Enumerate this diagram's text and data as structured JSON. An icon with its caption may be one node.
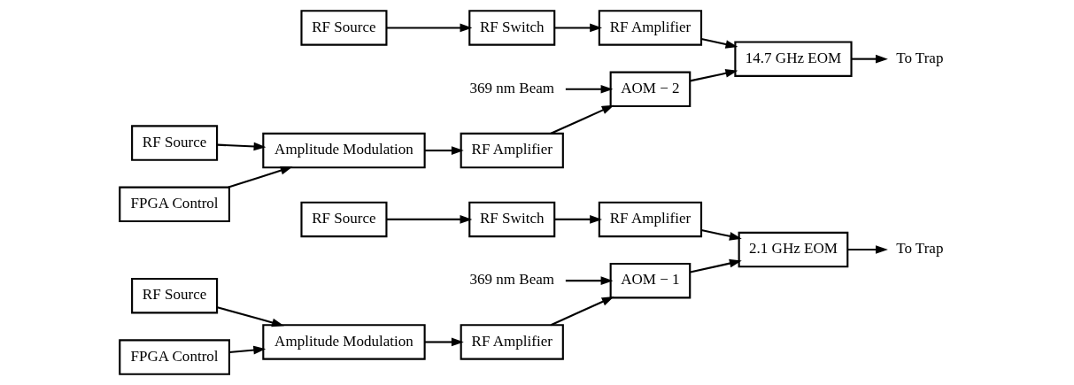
{
  "diagram": {
    "nodes": [
      {
        "text": [
          "RF Source"
        ]
      },
      {
        "text": [
          "RF Switch"
        ]
      },
      {
        "text": [
          "RF Amplifier"
        ]
      },
      {
        "text": [
          "369 nm Beam"
        ]
      },
      {
        "text": [
          "AOM − 1"
        ]
      },
      {
        "text": [
          "2.1 GHz EOM"
        ]
      },
      {
        "text": [
          "To Trap"
        ]
      },
      {
        "text": [
          "RF Amplifier"
        ]
      },
      {
        "text": [
          "Amplitude Modulation"
        ]
      },
      {
        "text": [
          "RF Source"
        ]
      },
      {
        "text": [
          "FPGA Control"
        ]
      },
      {
        "text": [
          "RF Source"
        ]
      },
      {
        "text": [
          "RF Switch"
        ]
      },
      {
        "text": [
          "RF Amplifier"
        ]
      },
      {
        "text": [
          "369 nm Beam"
        ]
      },
      {
        "text": [
          "AOM − 2"
        ]
      },
      {
        "text": [
          "14.7 GHz EOM"
        ]
      },
      {
        "text": [
          "To Trap"
        ]
      },
      {
        "text": [
          "RF Amplifier"
        ]
      },
      {
        "text": [
          "Amplitude Modulation"
        ]
      },
      {
        "text": [
          "RF Source"
        ]
      },
      {
        "text": [
          "FPGA Control"
        ]
      }
    ],
    "edges": [
      {
        "from": 0,
        "to": 1,
        "arrow": "to"
      },
      {
        "from": 1,
        "to": 2,
        "arrow": "to"
      },
      {
        "from": 2,
        "to": 5,
        "arrow": "to"
      },
      {
        "from": 3,
        "to": 4,
        "arrow": "to"
      },
      {
        "from": 4,
        "to": 5,
        "arrow": "to"
      },
      {
        "from": 5,
        "to": 6,
        "arrow": "to"
      },
      {
        "from": 9,
        "to": 8,
        "arrow": "to"
      },
      {
        "from": 8,
        "to": 7,
        "arrow": "to"
      },
      {
        "from": 7,
        "to": 4,
        "arrow": "to"
      },
      {
        "from": 10,
        "to": 8,
        "arrow": "to"
      },
      {
        "from": 11,
        "to": 12,
        "arrow": "to"
      },
      {
        "from": 12,
        "to": 13,
        "arrow": "to"
      },
      {
        "from": 13,
        "to": 16,
        "arrow": "to"
      },
      {
        "from": 14,
        "to": 15,
        "arrow": "to"
      },
      {
        "from": 15,
        "to": 16,
        "arrow": "to"
      },
      {
        "from": 16,
        "to": 17,
        "arrow": "to"
      },
      {
        "from": 20,
        "to": 19,
        "arrow": "to"
      },
      {
        "from": 19,
        "to": 18,
        "arrow": "to"
      },
      {
        "from": 18,
        "to": 15,
        "arrow": "to"
      },
      {
        "from": 21,
        "to": 19,
        "arrow": "to"
      }
    ]
  }
}
